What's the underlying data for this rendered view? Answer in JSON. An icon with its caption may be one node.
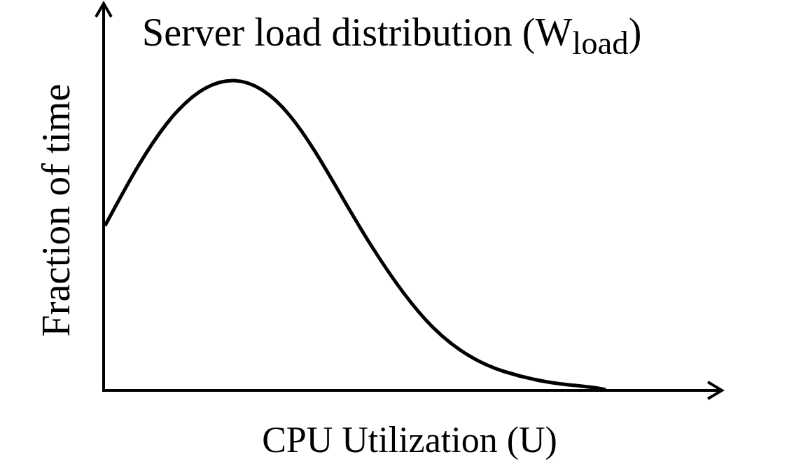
{
  "diagram": {
    "title": "Server load distribution (W$_{load}$)",
    "labels": [
      "Fraction of time",
      "CPU Utilization (U)"
    ]
  }
}
